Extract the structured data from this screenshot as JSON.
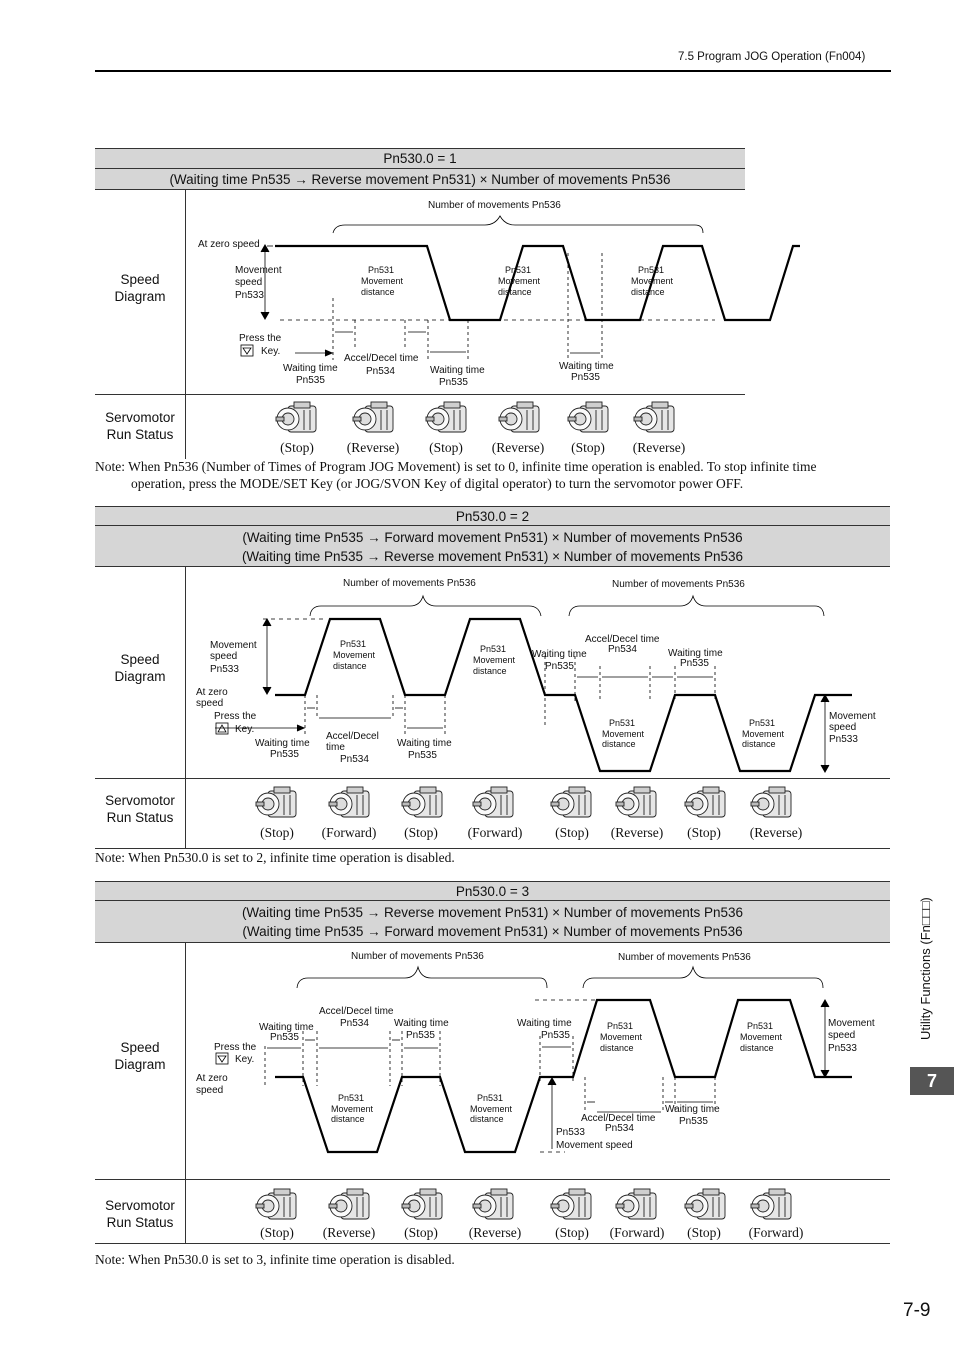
{
  "header": {
    "section": "7.5  Program JOG Operation (Fn004)"
  },
  "side_tab": "Utility Functions (Fn□□□)",
  "chapter_number": "7",
  "page_number": "7-9",
  "labels": {
    "speed_diagram_1": "Speed",
    "speed_diagram_2": "Diagram",
    "servo_1": "Servomotor",
    "servo_2": "Run Status"
  },
  "diagram_text": {
    "num_movements": "Number of movements Pn536",
    "at_zero_speed": "At zero speed",
    "at_zero_1": "At zero",
    "at_zero_2": "speed",
    "movement": "Movement",
    "speed": "speed",
    "pn533": "Pn533",
    "pn531": "Pn531",
    "movement_distance_1": "Movement",
    "movement_distance_2": "distance",
    "press_the": "Press the",
    "key": "Key.",
    "waiting_time": "Waiting time",
    "pn535": "Pn535",
    "accel_decel": "Accel/Decel time",
    "accel_decel_short": "Accel/Decel",
    "time": "time",
    "pn534": "Pn534",
    "movement_speed": "Movement speed"
  },
  "sections": [
    {
      "title": "Pn530.0 = 1",
      "formula": [
        "(Waiting time Pn535 → Reverse movement Pn531) × Number of movements Pn536"
      ],
      "statuses": [
        "(Stop)",
        "(Reverse)",
        "(Stop)",
        "(Reverse)",
        "(Stop)",
        "(Reverse)"
      ],
      "note": "Note: When Pn536 (Number of Times of Program JOG Movement) is set to 0, infinite time operation is enabled. To stop infinite time",
      "note_cont": "operation, press the MODE/SET Key (or JOG/SVON Key of digital operator) to turn the servomotor power OFF."
    },
    {
      "title": "Pn530.0 = 2",
      "formula": [
        "(Waiting time Pn535 → Forward movement Pn531) × Number of movements Pn536",
        "(Waiting time Pn535 → Reverse movement Pn531) × Number of movements Pn536"
      ],
      "statuses": [
        "(Stop)",
        "(Forward)",
        "(Stop)",
        "(Forward)",
        "(Stop)",
        "(Reverse)",
        "(Stop)",
        "(Reverse)"
      ],
      "note": "Note: When Pn530.0 is set to 2, infinite time operation is disabled."
    },
    {
      "title": "Pn530.0 = 3",
      "formula": [
        "(Waiting time Pn535 → Reverse movement Pn531) × Number of movements Pn536",
        "(Waiting time Pn535 → Forward movement Pn531) × Number of movements Pn536"
      ],
      "statuses": [
        "(Stop)",
        "(Reverse)",
        "(Stop)",
        "(Reverse)",
        "(Stop)",
        "(Forward)",
        "(Stop)",
        "(Forward)"
      ],
      "note": "Note: When Pn530.0 is set to 3, infinite time operation is disabled."
    }
  ]
}
